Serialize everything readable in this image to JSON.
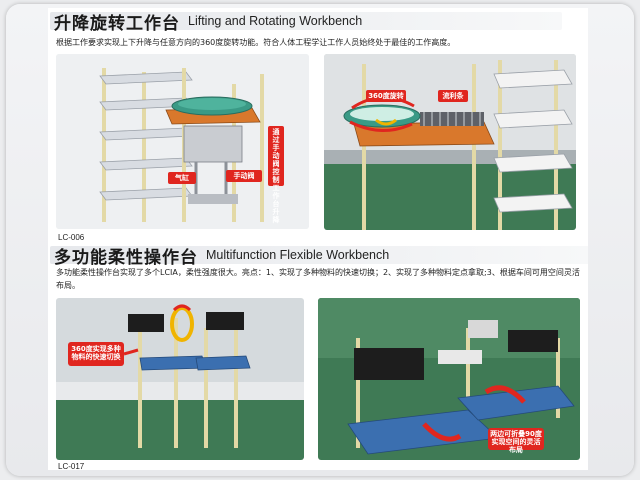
{
  "section1": {
    "title_zh": "升降旋转工作台",
    "title_en": "Lifting and Rotating Workbench",
    "description": "根据工作要求实现上下升降与任意方向的360度旋转功能。符合人体工程学让工作人员始终处于最佳的工作高度。",
    "model": "LC-006",
    "callouts": {
      "hand_wheel_control": "通过手动阀控制工作台升降",
      "cylinder": "气缸",
      "hand_valve": "手动阀",
      "rotation": "360度旋转",
      "roller_strip": "流利条"
    }
  },
  "section2": {
    "title_zh": "多功能柔性操作台",
    "title_en": "Multifunction Flexible Workbench",
    "description": "多功能柔性操作台实现了多个LCIA，柔性强度很大。亮点：1、实现了多种物料的快速切换；2、实现了多种物料定点拿取;3、根据车间可用空间灵活布局。",
    "model": "LC-017",
    "callouts": {
      "rotation_switch": "360度实现多种物料的快速切换",
      "fold_layout": "两边可折叠90度实现空间的灵活布局"
    }
  },
  "colors": {
    "frame_tube": "#e9dfb2",
    "red_tag": "#e0261f",
    "blue_table": "#3b6fb0",
    "green_floor": "#3f7a55",
    "rotary_disc": "#3a9a86"
  }
}
